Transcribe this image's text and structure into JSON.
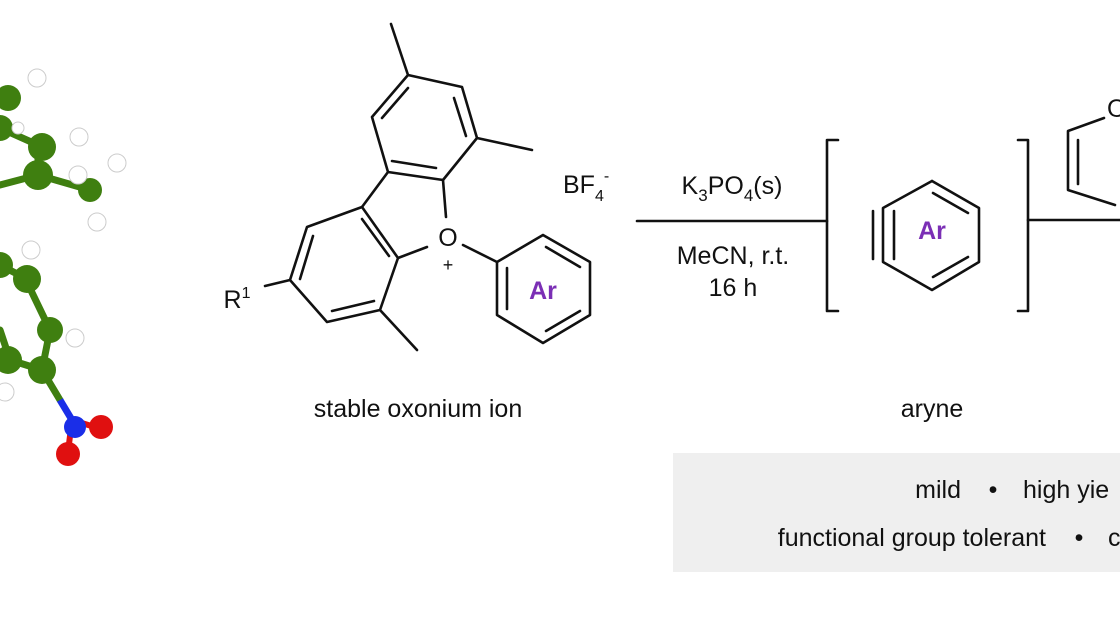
{
  "colors": {
    "ar_label": "#7b2fb5",
    "carbon": "#3f7f10",
    "hydrogen": "#ffffff",
    "nitrogen": "#1a2ee8",
    "oxygen": "#e01010",
    "highlight_box": "#efefef"
  },
  "oxonium": {
    "r_label": "R",
    "r_sup": "1",
    "o_label": "O",
    "charge": "+",
    "ar_label": "Ar",
    "counterion": "BF",
    "counterion_sub": "4",
    "counterion_charge": "-",
    "caption": "stable oxonium ion"
  },
  "conditions": {
    "reagent_k": "K",
    "reagent_sub3": "3",
    "reagent_po": "PO",
    "reagent_sub4": "4",
    "reagent_state": "(s)",
    "solvent": "MeCN, r.t.",
    "time": "16 h"
  },
  "intermediate": {
    "ar_label": "Ar",
    "caption": "aryne"
  },
  "product_partial": {
    "o_label": "O"
  },
  "features": {
    "line1": [
      "mild",
      "•",
      "high yie"
    ],
    "line2": [
      "functional group tolerant",
      "•",
      "c"
    ]
  }
}
